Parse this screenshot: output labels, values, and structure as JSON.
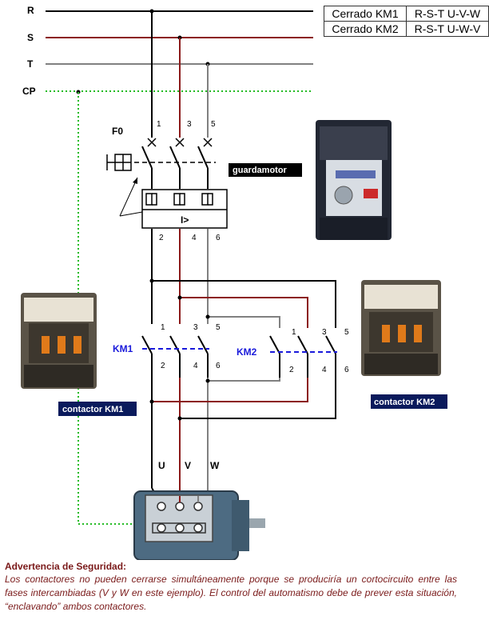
{
  "lines": {
    "r": "R",
    "s": "S",
    "t": "T",
    "cp": "CP"
  },
  "states_table": [
    {
      "state": "Cerrado KM1",
      "sequence": "R-S-T U-V-W"
    },
    {
      "state": "Cerrado KM2",
      "sequence": "R-S-T U-W-V"
    }
  ],
  "breaker": {
    "label": "F0",
    "tag": "guardamotor",
    "relay_symbol": "I>",
    "top_terminals": [
      "1",
      "3",
      "5"
    ],
    "bottom_terminals": [
      "2",
      "4",
      "6"
    ]
  },
  "km1": {
    "label": "KM1",
    "tag": "contactor KM1",
    "top_terminals": [
      "1",
      "3",
      "5"
    ],
    "bottom_terminals": [
      "2",
      "4",
      "6"
    ]
  },
  "km2": {
    "label": "KM2",
    "tag": "contactor KM2",
    "top_terminals": [
      "1",
      "3",
      "5"
    ],
    "bottom_terminals": [
      "2",
      "4",
      "6"
    ]
  },
  "motor_phases": {
    "u": "U",
    "v": "V",
    "w": "W"
  },
  "colors": {
    "phase_r": "#000000",
    "phase_s": "#8b1a1a",
    "phase_t": "#808080",
    "protective": "#22bb22",
    "tag_bg": "#0a1a5c",
    "warning_text": "#7a1a1a",
    "km_label": "#1a1adb"
  },
  "warning": {
    "title": "Advertencia de Seguridad:",
    "body": "Los contactores no pueden cerrarse simultáneamente porque se produciría un cortocircuito entre las fases intercambiadas (V y W en este ejemplo). El control del automatismo debe de prever esta situación, “enclavando” ambos contactores."
  }
}
